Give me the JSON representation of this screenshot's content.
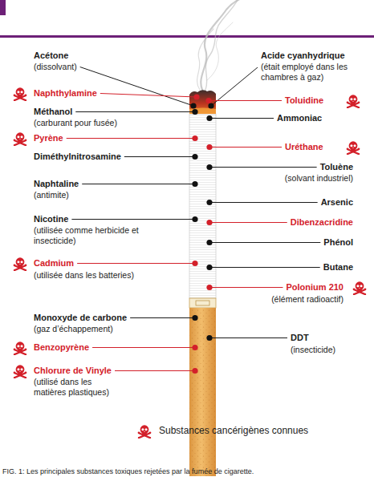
{
  "diagram": {
    "caption": "FIG. 1: Les principales substances toxiques rejetées par la fumée de cigarette.",
    "labels": [
      "Acétone",
      "(dissolvant)",
      "Naphthylamine",
      "Méthanol",
      "(carburant pour fusée)",
      "Pyrène",
      "Diméthylnitrosamine",
      "Naphtaline",
      "(antimite)",
      "Nicotine",
      "(utilisée comme herbicide et insecticide)",
      "Cadmium",
      "(utilisée dans les batteries)",
      "Monoxyde de carbone",
      "(gaz d’échappement)",
      "Benzopyrène",
      "Chlorure de Vinyle",
      "(utilisé dans les matières plastiques)",
      "Acide cyanhydrique",
      "(était employé dans les chambres à gaz)",
      "Toluidine",
      "Ammoniac",
      "Uréthane",
      "Toluène",
      "(solvant industriel)",
      "Arsenic",
      "Dibenzacridine",
      "Phénol",
      "Butane",
      "Polonium 210",
      "(élément radioactif)",
      "DDT",
      "(insecticide)"
    ],
    "legend": [
      {
        "text": "Substances cancérigènes connues"
      }
    ]
  }
}
